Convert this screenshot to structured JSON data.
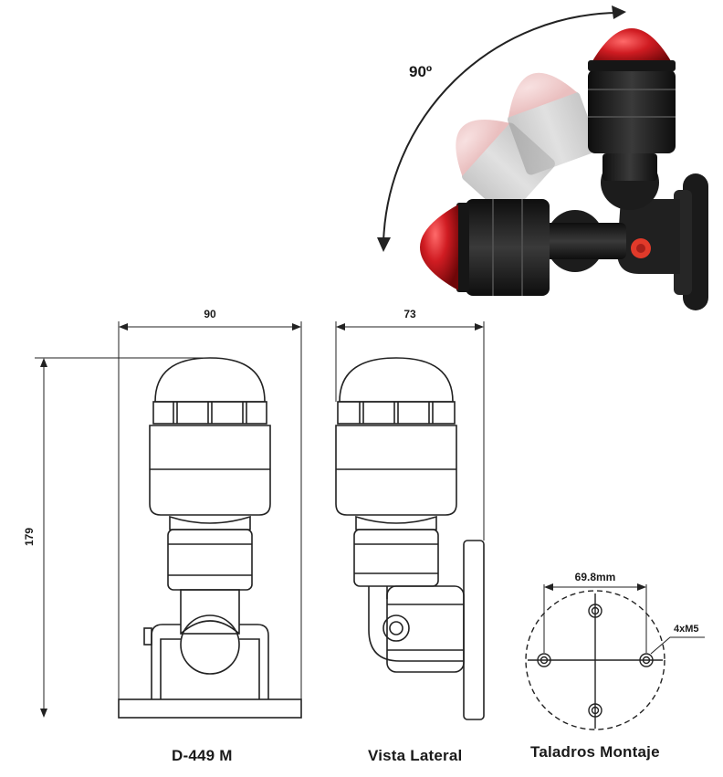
{
  "rotation": {
    "angle_label": "90º"
  },
  "front_view": {
    "caption": "D-449 M",
    "width_label": "90",
    "height_label": "179"
  },
  "side_view": {
    "caption": "Vista Lateral",
    "width_label": "73"
  },
  "mounting": {
    "caption": "Taladros Montaje",
    "spacing_label": "69.8mm",
    "hole_label": "4xM5"
  },
  "colors": {
    "lens_red": "#d01c22",
    "body_black": "#1c1c1c",
    "line": "#222222"
  }
}
